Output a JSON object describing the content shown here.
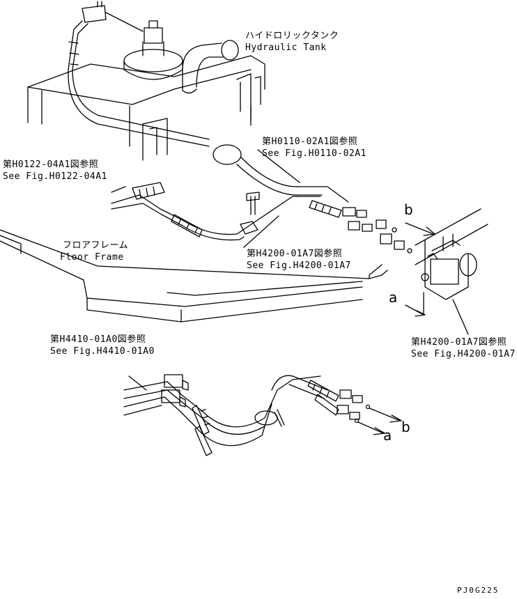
{
  "labels": {
    "tank_jp": "ハイドロリックタンク",
    "tank_en": "Hydraulic Tank",
    "ref_h0110_jp": "第H0110-02A1図参照",
    "ref_h0110_en": "See Fig.H0110-02A1",
    "ref_h0122_jp": "第H0122-04A1図参照",
    "ref_h0122_en": "See Fig.H0122-04A1",
    "floor_jp": "フロアフレーム",
    "floor_en": "Floor Frame",
    "ref_h4200_mid_jp": "第H4200-01A7図参照",
    "ref_h4200_mid_en": "See Fig.H4200-01A7",
    "ref_h4200_right_jp": "第H4200-01A7図参照",
    "ref_h4200_right_en": "See Fig.H4200-01A7",
    "ref_h4410_jp": "第H4410-01A0図参照",
    "ref_h4410_en": "See Fig.H4410-01A0",
    "marker_b_top": "b",
    "marker_a_mid": "a",
    "marker_a_bottom": "a",
    "marker_b_bottom": "b",
    "drawing_code": "PJ0G225"
  }
}
